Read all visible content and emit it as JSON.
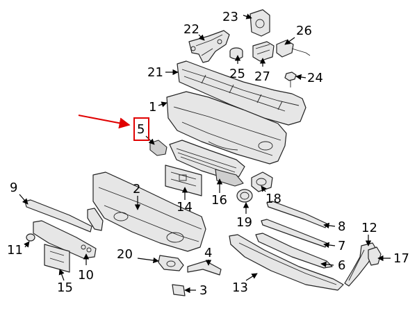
{
  "diagram": {
    "callouts": [
      {
        "id": "1",
        "label": "1"
      },
      {
        "id": "2",
        "label": "2"
      },
      {
        "id": "3",
        "label": "3"
      },
      {
        "id": "4",
        "label": "4"
      },
      {
        "id": "5",
        "label": "5"
      },
      {
        "id": "6",
        "label": "6"
      },
      {
        "id": "7",
        "label": "7"
      },
      {
        "id": "8",
        "label": "8"
      },
      {
        "id": "9",
        "label": "9"
      },
      {
        "id": "10",
        "label": "10"
      },
      {
        "id": "11",
        "label": "11"
      },
      {
        "id": "12",
        "label": "12"
      },
      {
        "id": "13",
        "label": "13"
      },
      {
        "id": "14",
        "label": "14"
      },
      {
        "id": "15",
        "label": "15"
      },
      {
        "id": "16",
        "label": "16"
      },
      {
        "id": "17",
        "label": "17"
      },
      {
        "id": "18",
        "label": "18"
      },
      {
        "id": "19",
        "label": "19"
      },
      {
        "id": "20",
        "label": "20"
      },
      {
        "id": "21",
        "label": "21"
      },
      {
        "id": "22",
        "label": "22"
      },
      {
        "id": "23",
        "label": "23"
      },
      {
        "id": "24",
        "label": "24"
      },
      {
        "id": "25",
        "label": "25"
      },
      {
        "id": "26",
        "label": "26"
      },
      {
        "id": "27",
        "label": "27"
      }
    ],
    "highlight": {
      "label": "5",
      "color": "#e00000"
    }
  }
}
